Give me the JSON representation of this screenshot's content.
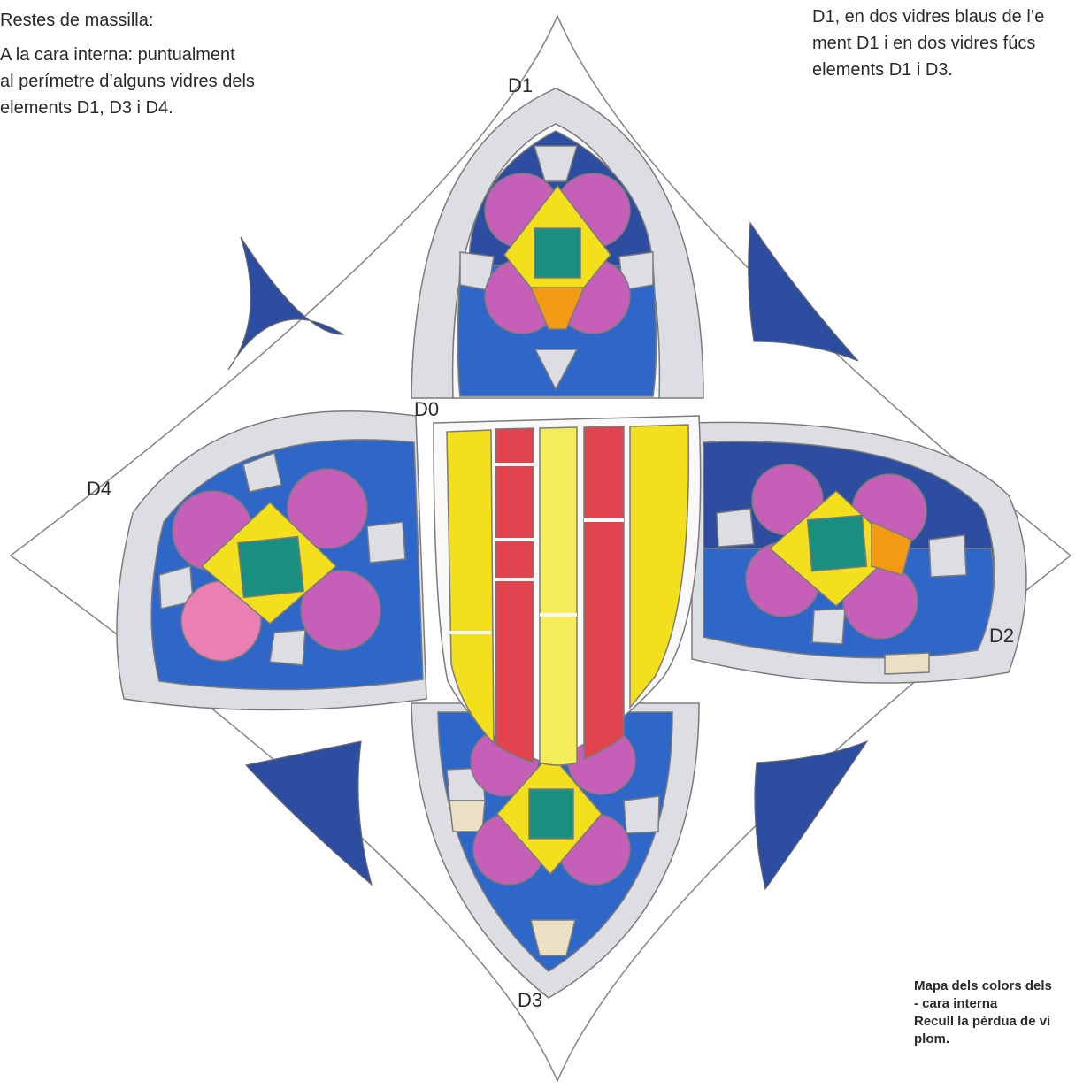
{
  "notes": {
    "left": {
      "heading": "Restes de massilla:",
      "lines": [
        "A la cara interna: puntualment",
        "al perímetre d’alguns vidres dels",
        "elements D1, D3 i D4."
      ]
    },
    "right": {
      "lines": [
        "D1, en dos vidres blaus de l’e",
        "ment D1 i en dos vidres fúcs",
        "elements D1 i D3."
      ]
    }
  },
  "labels": {
    "d0": "D0",
    "d1": "D1",
    "d2": "D2",
    "d3": "D3",
    "d4": "D4"
  },
  "caption": {
    "lines": [
      "Mapa dels colors dels",
      "- cara interna",
      "Recull la pèrdua de vi",
      "plom."
    ]
  },
  "colors": {
    "dark_blue": "#2d4da0",
    "blue": "#2f67c9",
    "fuchsia": "#c65fb8",
    "pink": "#e97fb2",
    "yellow": "#f3df1c",
    "pale_yellow": "#f4ec5a",
    "orange": "#f39a14",
    "teal": "#1a8f80",
    "red": "#e0444f",
    "grey": "#dcdee3",
    "beige": "#ece0c4",
    "lead": "#f9f9f9",
    "outline": "#7b7b7b"
  }
}
